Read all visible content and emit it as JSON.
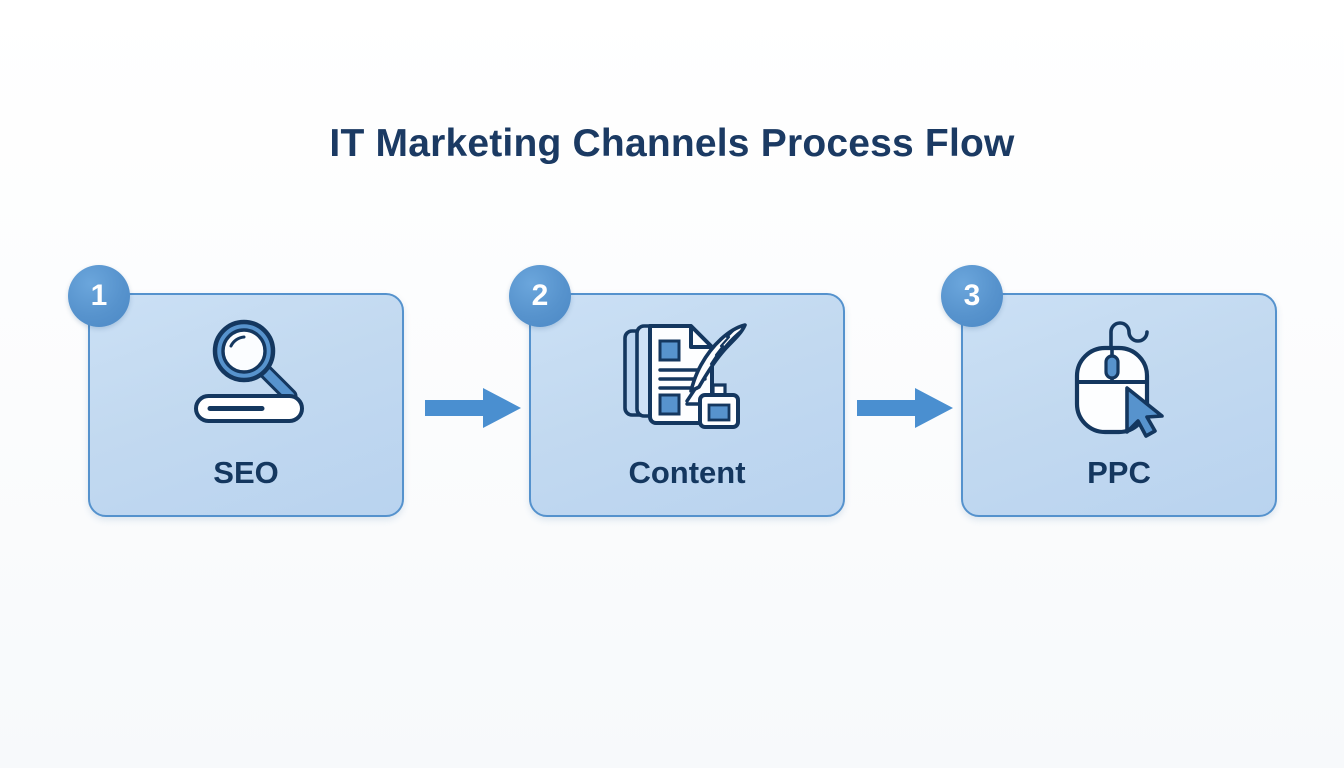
{
  "diagram": {
    "title": "IT Marketing Channels Process Flow",
    "background_color": "#fbfcfd",
    "title_color": "#1b3a63",
    "accent_color": "#4a8fd0",
    "card_border_color": "#5592cd",
    "card_fill_color": "#c3dbf2",
    "badge_color": "#5793cd",
    "icon_outline_color": "#14375f",
    "steps": [
      {
        "number": "1",
        "label": "SEO",
        "icon": "magnifying-glass-search-bar-icon"
      },
      {
        "number": "2",
        "label": "Content",
        "icon": "documents-quill-inkwell-icon"
      },
      {
        "number": "3",
        "label": "PPC",
        "icon": "mouse-cursor-click-icon"
      }
    ],
    "connectors": [
      {
        "name": "arrow-seo-to-content",
        "direction": "right"
      },
      {
        "name": "arrow-content-to-ppc",
        "direction": "right"
      }
    ]
  }
}
